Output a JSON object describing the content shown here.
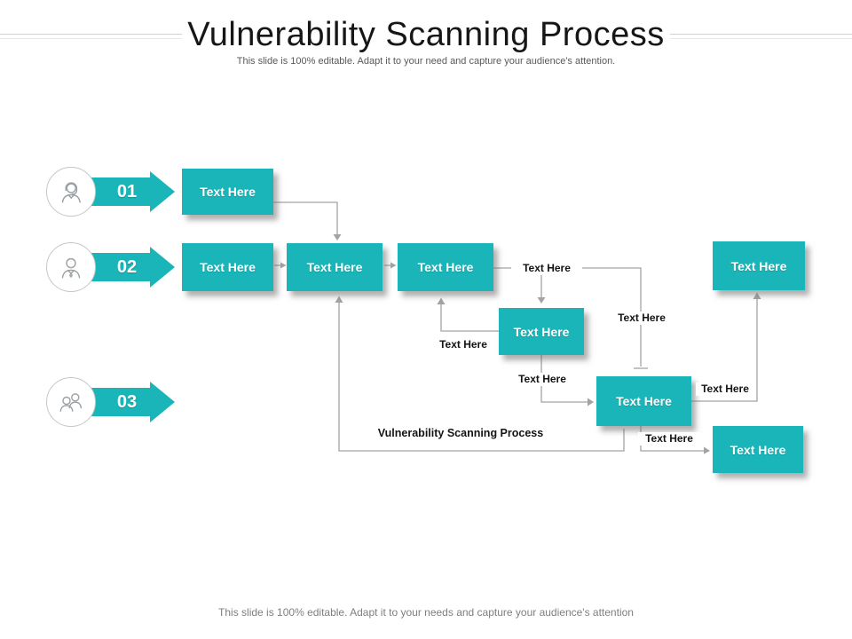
{
  "header": {
    "title": "Vulnerability Scanning Process",
    "subtitle": "This slide is 100% editable. Adapt it to your need and capture your audience's attention."
  },
  "steps": [
    {
      "number": "01",
      "icon": "support-agent-icon"
    },
    {
      "number": "02",
      "icon": "businessman-icon"
    },
    {
      "number": "03",
      "icon": "team-icon"
    }
  ],
  "boxes": {
    "step1": "Text Here",
    "row2_box1": "Text Here",
    "row2_box2": "Text Here",
    "row2_box3": "Text Here",
    "middle": "Text Here",
    "bottom_center": "Text Here",
    "right_top": "Text Here",
    "bottom_right": "Text Here"
  },
  "labels": {
    "after_row2": "Text Here",
    "right_branch": "Text Here",
    "middle_left": "Text Here",
    "middle_down": "Text Here",
    "to_right_top": "Text Here",
    "to_bottom_right": "Text Here",
    "process": "Vulnerability Scanning Process"
  },
  "footer": "This slide is 100% editable. Adapt it to your needs and capture your audience's attention",
  "colors": {
    "teal": "#1AB5B8",
    "connector": "#a3a3a3"
  }
}
